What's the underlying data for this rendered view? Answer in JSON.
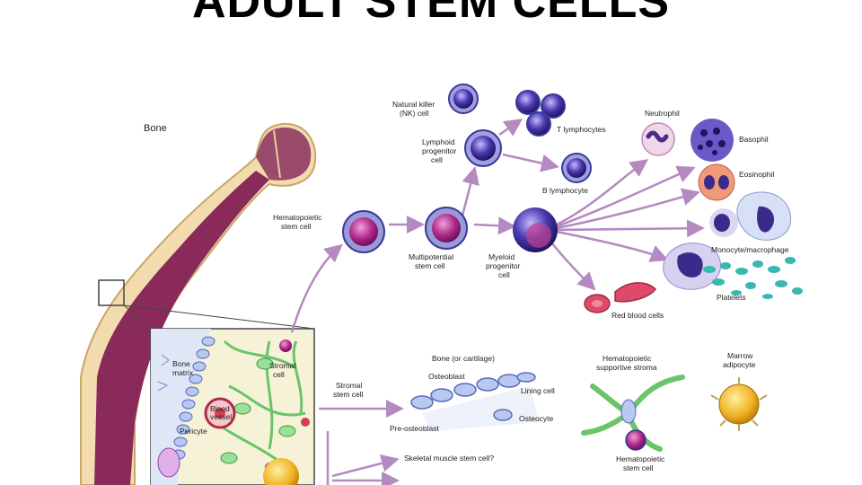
{
  "title": "ADULT STEM CELLS",
  "labels": {
    "bone": "Bone",
    "hsc": [
      "Hematopoietic",
      "stem cell"
    ],
    "multipotential": [
      "Multipotential",
      "stem cell"
    ],
    "lymphoid": [
      "Lymphoid",
      "progenitor",
      "cell"
    ],
    "myeloid": [
      "Myeloid",
      "progenitor",
      "cell"
    ],
    "nk": [
      "Natural killer",
      "(NK) cell"
    ],
    "t_lymph": "T lymphocytes",
    "b_lymph": "B lymphocyte",
    "neutrophil": "Neutrophil",
    "basophil": "Basophil",
    "eosinophil": "Eosinophil",
    "monocyte": "Monocyte/macrophage",
    "platelets": "Platelets",
    "rbc": "Red blood cells",
    "bone_matrix": [
      "Bone",
      "matrix"
    ],
    "stromal_cell": [
      "Stromal",
      "cell"
    ],
    "blood_vessel": [
      "Blood",
      "vessel"
    ],
    "pericyte": "Pericyte",
    "stromal_stem": [
      "Stromal",
      "stem cell"
    ],
    "bone_cartilage": "Bone (or cartilage)",
    "osteoblast": "Osteoblast",
    "lining_cell": "Lining cell",
    "pre_osteoblast": "Pre-osteoblast",
    "osteocyte": "Osteocyte",
    "support_stroma": [
      "Hematopoietic",
      "supportive stroma"
    ],
    "marrow_adipocyte": [
      "Marrow",
      "adipocyte"
    ],
    "hsc2": [
      "Hematopoietic",
      "stem cell"
    ],
    "skeletal": "Skeletal muscle stem cell?"
  },
  "colors": {
    "bone_outer": "#f2dcae",
    "bone_marrow": "#8a2a5a",
    "arrow": "#b48ac0",
    "cell_purple": "#5a3aa0",
    "cell_pink": "#c0408a",
    "rbc": "#e04a6a",
    "platelet": "#3ab8b0",
    "adipocyte": "#f0b020",
    "stroma_green": "#7ad07a"
  }
}
